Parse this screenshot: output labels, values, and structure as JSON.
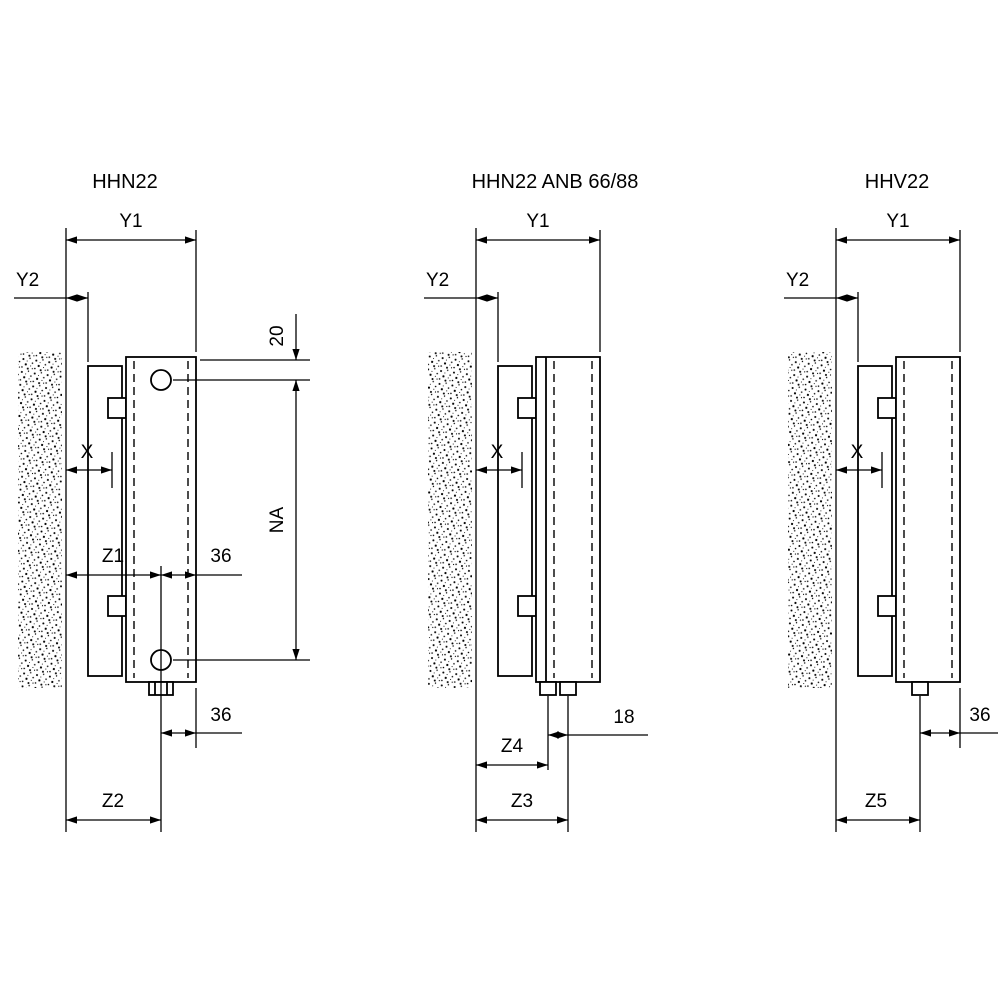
{
  "page": {
    "background": "#ffffff",
    "line_color": "#000000"
  },
  "diagrams": [
    {
      "title": "HHN22",
      "labels": {
        "y1": "Y1",
        "y2": "Y2",
        "x": "X",
        "z1": "Z1",
        "offset_top_36": "36",
        "top_20": "20",
        "na": "NA",
        "offset_bottom_36": "36",
        "z2": "Z2"
      }
    },
    {
      "title": "HHN22 ANB 66/88",
      "labels": {
        "y1": "Y1",
        "y2": "Y2",
        "x": "X",
        "z4": "Z4",
        "spacing_18": "18",
        "z3": "Z3"
      }
    },
    {
      "title": "HHV22",
      "labels": {
        "y1": "Y1",
        "y2": "Y2",
        "x": "X",
        "offset_36": "36",
        "z5": "Z5"
      }
    }
  ]
}
